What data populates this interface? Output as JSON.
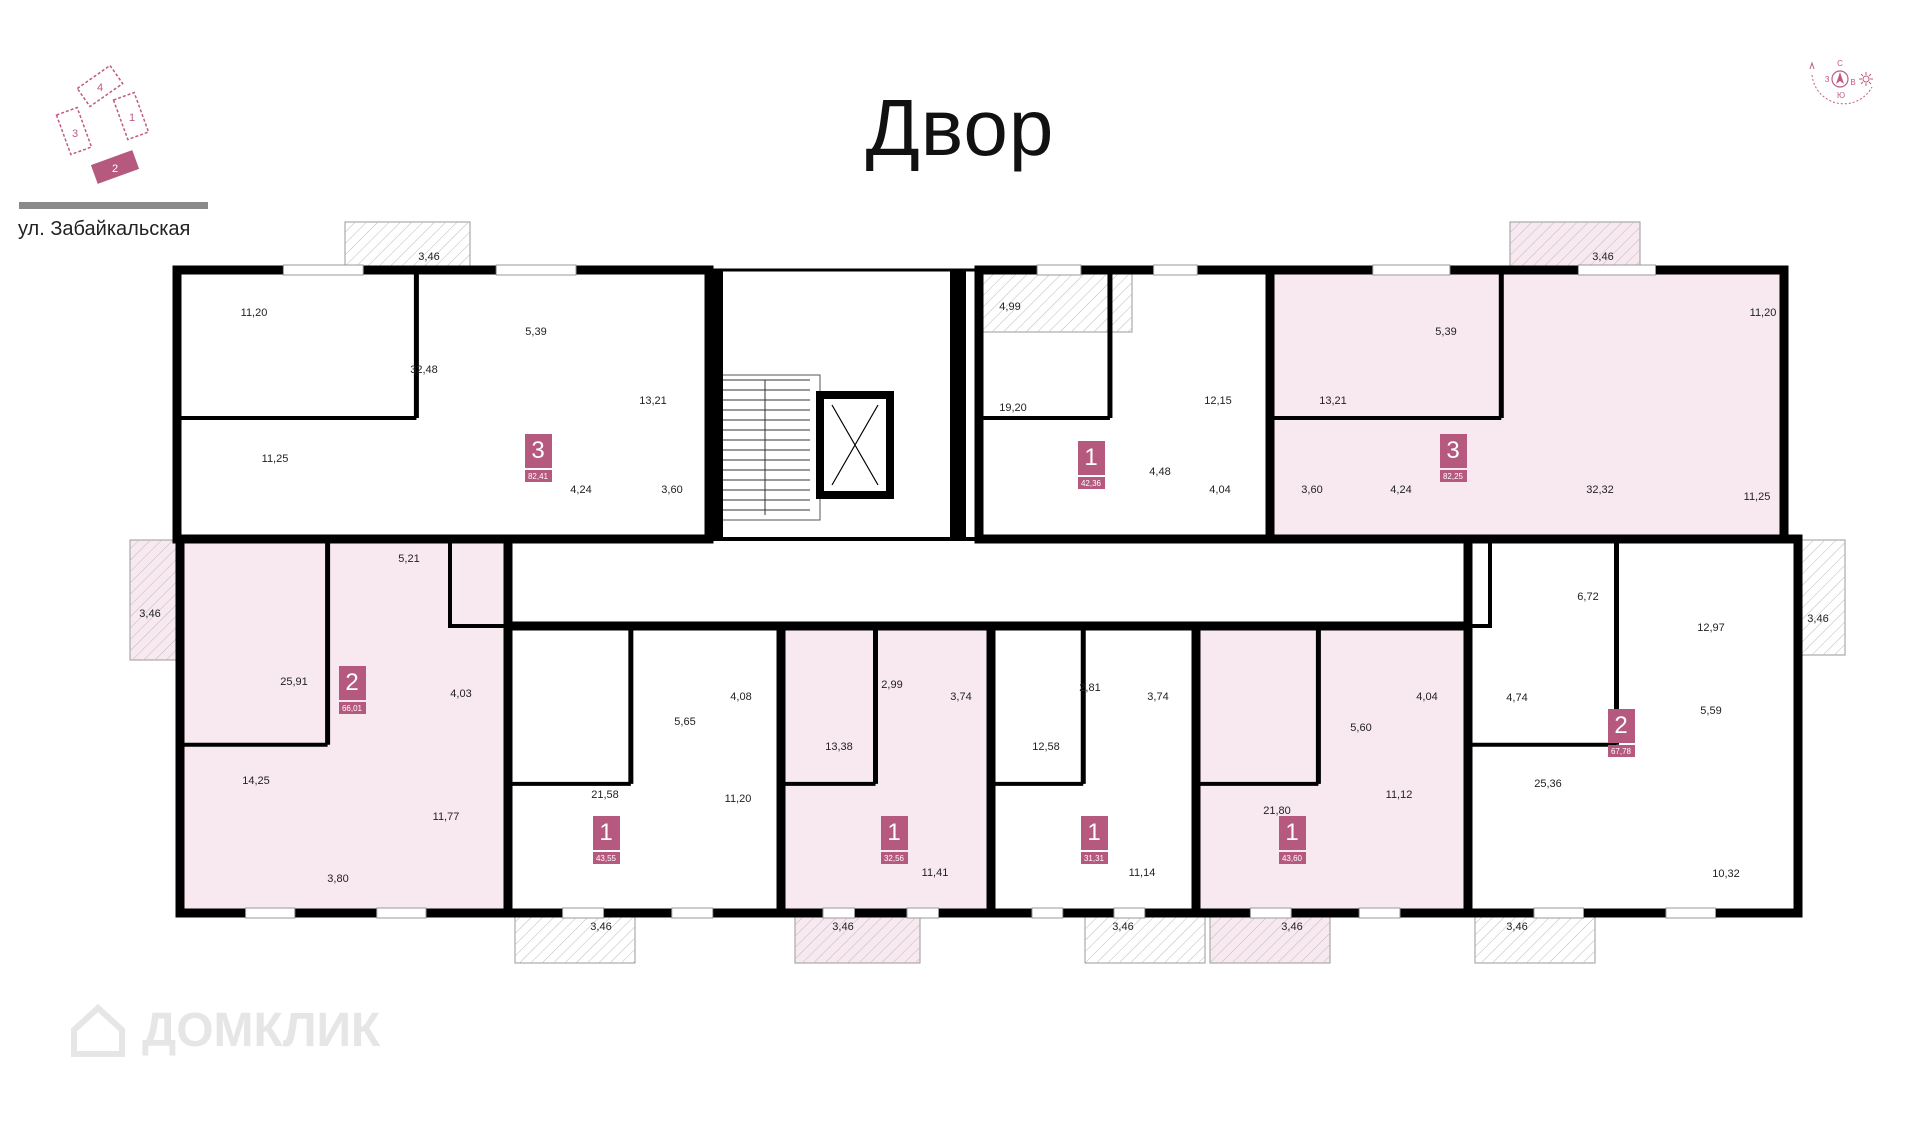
{
  "title": "Двор",
  "street": "ул. Забайкальская",
  "watermark": "ДОМКЛИК",
  "site_plan": {
    "buildings": [
      "4",
      "1",
      "3",
      "2"
    ],
    "current": "2"
  },
  "compass": {
    "north": "С",
    "west": "З",
    "east": "В",
    "south": "Ю"
  },
  "colors": {
    "highlight_fill": "#f8e9f1",
    "badge": "#b5597e",
    "walls": "#000000",
    "accent_line": "#c05a85"
  },
  "apartments": [
    {
      "rooms": "3",
      "area": "82,41",
      "highlighted": false,
      "room_areas": [
        "3,46",
        "11,20",
        "32,48",
        "5,39",
        "13,21",
        "11,25",
        "4,24",
        "3,60"
      ]
    },
    {
      "rooms": "1",
      "area": "42,36",
      "highlighted": false,
      "room_areas": [
        "4,99",
        "19,20",
        "12,15",
        "4,48",
        "4,04"
      ]
    },
    {
      "rooms": "3",
      "area": "82,25",
      "highlighted": true,
      "room_areas": [
        "13,21",
        "5,39",
        "3,46",
        "11,20",
        "3,60",
        "4,24",
        "32,32",
        "11,25"
      ]
    },
    {
      "rooms": "2",
      "area": "66,01",
      "highlighted": true,
      "room_areas": [
        "5,21",
        "3,46",
        "25,91",
        "4,03",
        "14,25",
        "11,77",
        "3,80"
      ]
    },
    {
      "rooms": "1",
      "area": "43,55",
      "highlighted": false,
      "room_areas": [
        "21,58",
        "5,65",
        "4,08",
        "11,20",
        "3,46"
      ]
    },
    {
      "rooms": "1",
      "area": "32,56",
      "highlighted": true,
      "room_areas": [
        "2,99",
        "3,74",
        "13,38",
        "11,41",
        "3,46"
      ]
    },
    {
      "rooms": "1",
      "area": "31,31",
      "highlighted": false,
      "room_areas": [
        "2,81",
        "3,74",
        "12,58",
        "11,14",
        "3,46"
      ]
    },
    {
      "rooms": "1",
      "area": "43,60",
      "highlighted": true,
      "room_areas": [
        "21,80",
        "4,04",
        "5,60",
        "11,12",
        "3,46"
      ]
    },
    {
      "rooms": "2",
      "area": "67,78",
      "highlighted": false,
      "room_areas": [
        "6,72",
        "12,97",
        "3,46",
        "4,74",
        "5,59",
        "25,36",
        "10,32",
        "3,46"
      ]
    }
  ]
}
